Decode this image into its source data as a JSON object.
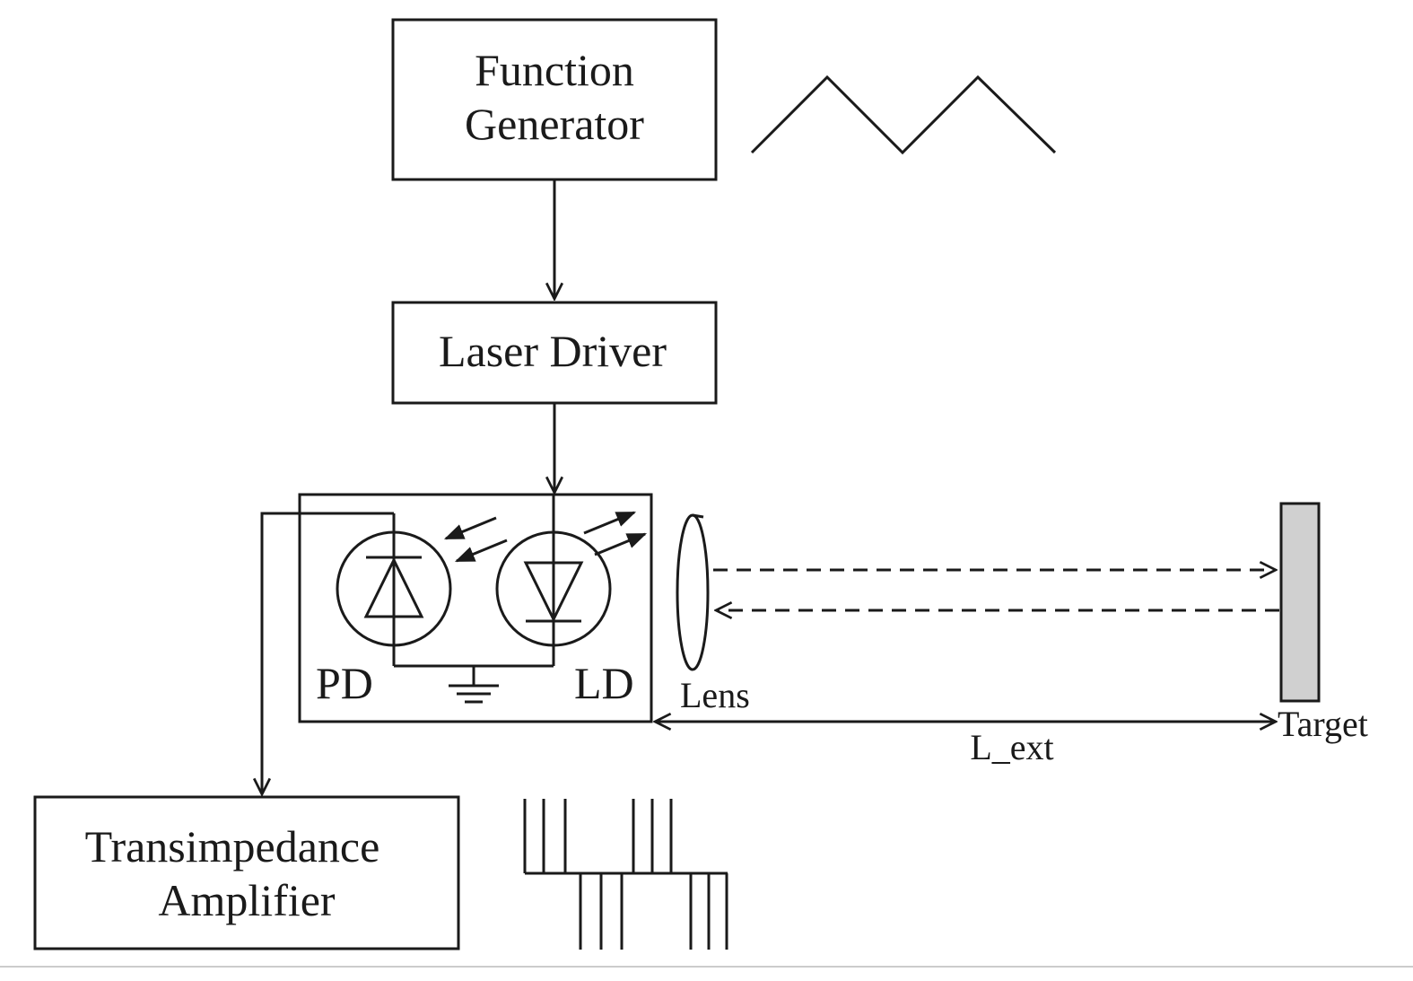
{
  "blocks": {
    "function_generator": {
      "line1": "Function",
      "line2": "Generator"
    },
    "laser_driver": {
      "label": "Laser Driver"
    },
    "transimpedance_amplifier": {
      "line1": "Transimpedance",
      "line2": "Amplifier"
    }
  },
  "components": {
    "photodiode": "PD",
    "laser_diode": "LD",
    "lens": "Lens",
    "target": "Target",
    "distance": "L_ext"
  },
  "colors": {
    "line": "#1a1a1a",
    "target_fill": "#d0d0d0",
    "background": "#ffffff"
  }
}
